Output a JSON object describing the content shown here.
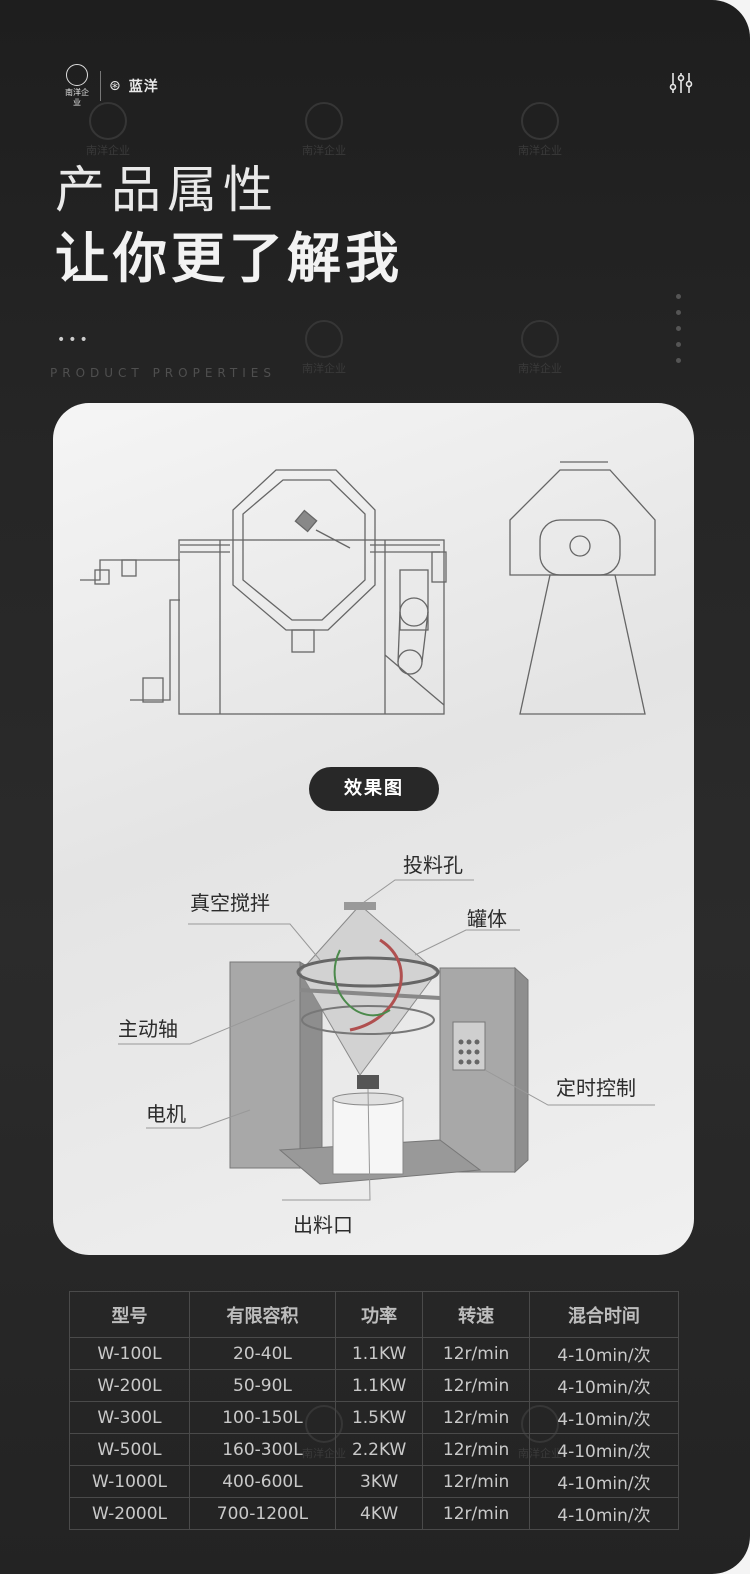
{
  "brand": {
    "emblem_text": "南洋企业",
    "name": "蓝洋"
  },
  "header": {
    "title_line1": "产品属性",
    "title_line2": "让你更了解我",
    "dots": "•••",
    "subtitle": "PRODUCT PROPERTIES"
  },
  "watermark_text": "南洋企业",
  "effect_label": "效果图",
  "callouts": {
    "feed_port": "投料孔",
    "vacuum_stir": "真空搅拌",
    "tank": "罐体",
    "main_shaft": "主动轴",
    "timer_control": "定时控制",
    "motor": "电机",
    "discharge_port": "出料口"
  },
  "table": {
    "headers": [
      "型号",
      "有限容积",
      "功率",
      "转速",
      "混合时间"
    ],
    "rows": [
      [
        "W-100L",
        "20-40L",
        "1.1KW",
        "12r/min",
        "4-10min/次"
      ],
      [
        "W-200L",
        "50-90L",
        "1.1KW",
        "12r/min",
        "4-10min/次"
      ],
      [
        "W-300L",
        "100-150L",
        "1.5KW",
        "12r/min",
        "4-10min/次"
      ],
      [
        "W-500L",
        "160-300L",
        "2.2KW",
        "12r/min",
        "4-10min/次"
      ],
      [
        "W-1000L",
        "400-600L",
        "3KW",
        "12r/min",
        "4-10min/次"
      ],
      [
        "W-2000L",
        "700-1200L",
        "4KW",
        "12r/min",
        "4-10min/次"
      ]
    ]
  },
  "colors": {
    "background": "#222222",
    "card": "#ececec",
    "pill": "#282828",
    "table_text": "#c9c9c9"
  }
}
